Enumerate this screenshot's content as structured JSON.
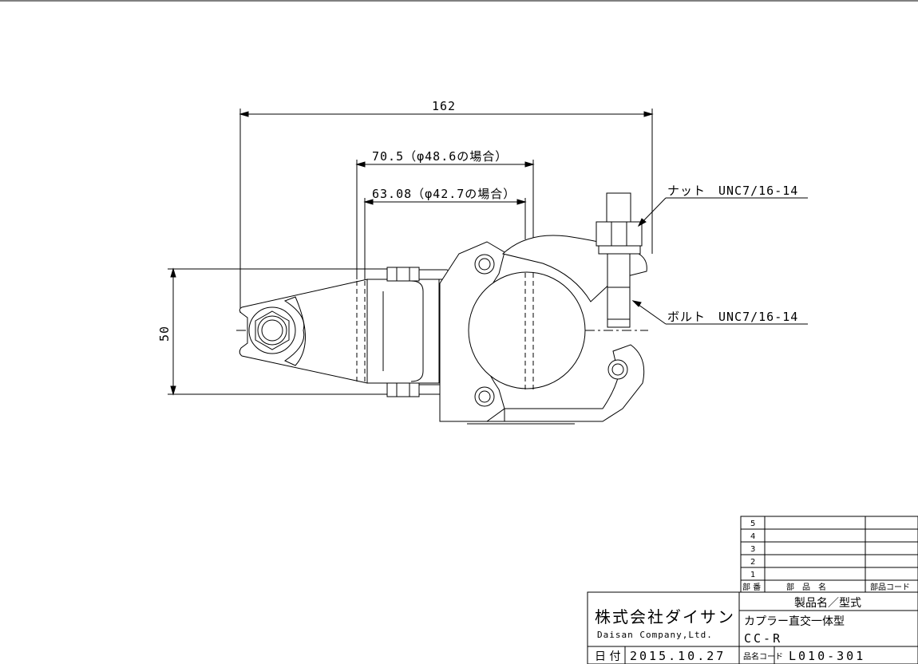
{
  "dimensions": {
    "overall_length": "162",
    "inner_width_48": "70.5（φ48.6の場合）",
    "inner_width_42": "63.08（φ42.7の場合）",
    "height": "50"
  },
  "callouts": {
    "nut": "ナット　UNC7/16-14",
    "bolt": "ボルト　UNC7/16-14"
  },
  "parts_table": {
    "rows": [
      "5",
      "4",
      "3",
      "2",
      "1"
    ],
    "header_number": "部 番",
    "header_name": "部　品　名",
    "header_code": "部品コード"
  },
  "title_block": {
    "company_ja": "株式会社ダイサン",
    "company_en": "Daisan Company,Ltd.",
    "product_header": "製品名／型式",
    "product_name": "カプラー直交一体型",
    "model": "CC-R",
    "date_label": "日 付",
    "date_value": "2015.10.27",
    "code_label": "品名コード",
    "code_value": "L010-301"
  }
}
